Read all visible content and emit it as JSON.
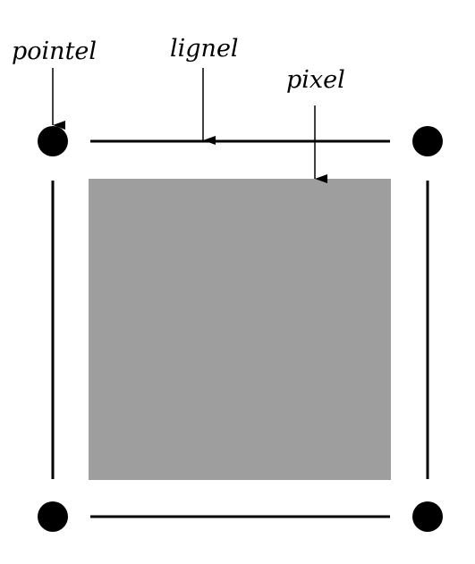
{
  "labels": {
    "pointel": "pointel",
    "lignel": "lignel",
    "pixel": "pixel"
  },
  "colors": {
    "ink": "#000000",
    "pixel_fill": "#9e9e9e",
    "background": "#ffffff"
  }
}
